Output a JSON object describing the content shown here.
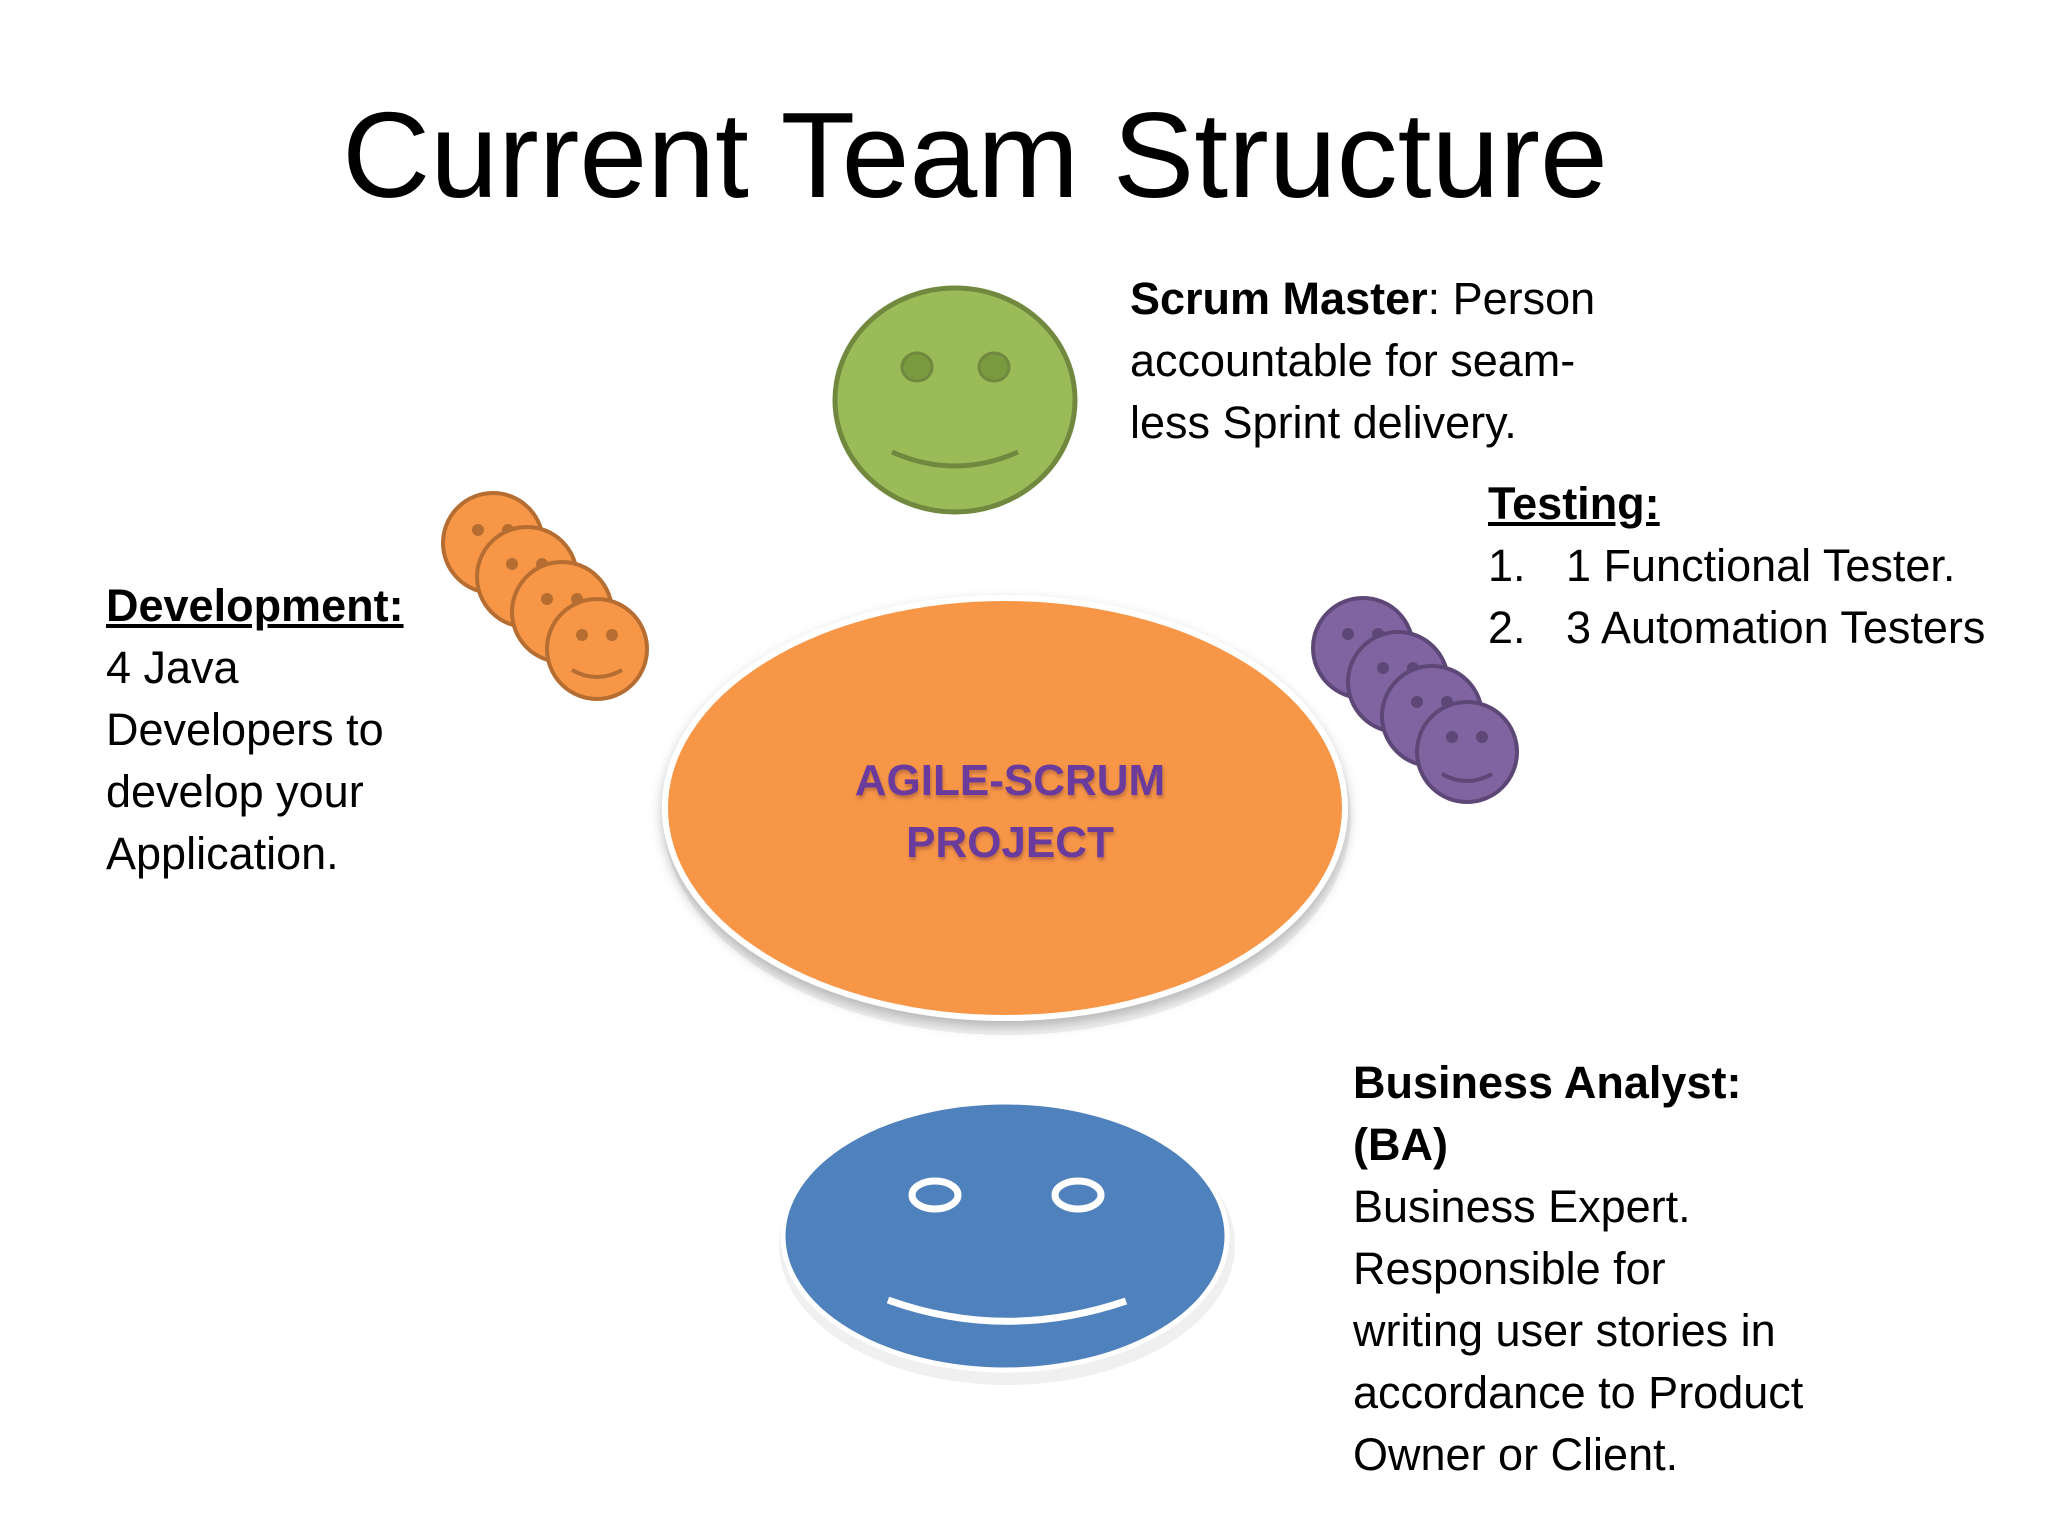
{
  "title": "Current Team Structure",
  "center": {
    "line1": "AGILE-SCRUM",
    "line2": "PROJECT"
  },
  "scrum_master": {
    "label": "Scrum Master",
    "description_line1": ": Person",
    "description_line2": "accountable for seam-",
    "description_line3": "less Sprint delivery."
  },
  "testing": {
    "heading": "Testing:",
    "items": [
      {
        "number": "1.",
        "text": "1 Functional Tester."
      },
      {
        "number": "2.",
        "text": "3 Automation Testers"
      }
    ]
  },
  "development": {
    "heading": "Development:",
    "lines": [
      "4 Java",
      "Developers to",
      "develop your",
      "Application."
    ]
  },
  "business_analyst": {
    "heading_line1": "Business Analyst:",
    "heading_line2": "(BA)",
    "lines": [
      "Business Expert.",
      "Responsible for",
      "writing user stories in",
      "accordance to Product",
      "Owner or Client."
    ]
  },
  "colors": {
    "center_fill": "#f79646",
    "center_text": "#6a3b9c",
    "scrum_master_face": "#9bbb59",
    "developer_face": "#f79646",
    "tester_face": "#8064a2",
    "ba_face": "#4f81bd"
  },
  "icons": {
    "scrum_master": "smiley-face-icon",
    "developers": "smiley-face-icon",
    "testers": "smiley-face-icon",
    "business_analyst": "smiley-face-icon"
  }
}
